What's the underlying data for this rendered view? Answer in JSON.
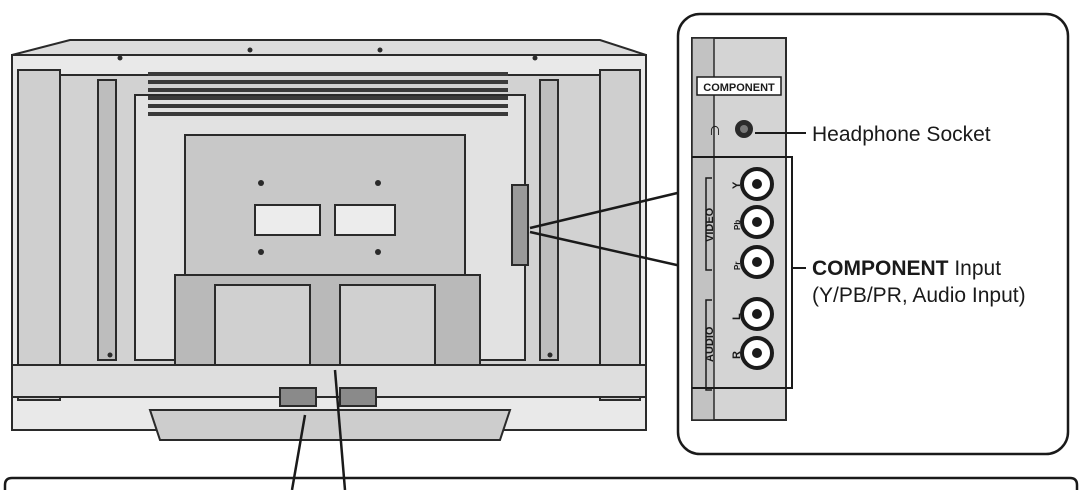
{
  "panel": {
    "header_label": "COMPONENT",
    "video_label": "VIDEO",
    "audio_label": "AUDIO",
    "jack_labels": [
      "Y",
      "Pb",
      "Pr",
      "L",
      "R"
    ]
  },
  "callouts": {
    "headphone": "Headphone Socket",
    "component_bold": "COMPONENT",
    "component_rest": " Input",
    "component_line2": "(Y/PB/PR, Audio Input)"
  }
}
